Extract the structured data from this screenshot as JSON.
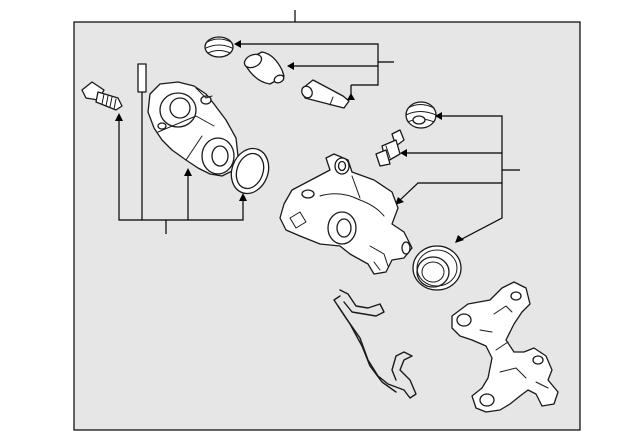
{
  "diagram": {
    "type": "exploded-parts-view",
    "background": "#ffffff",
    "panel_color": "#e6e6e6",
    "line_color": "#000000",
    "parts": [
      "guide-pin-boot",
      "guide-pin-bushing",
      "guide-pin",
      "pin-seal",
      "bleeder-valve",
      "caliper-housing",
      "piston-seal",
      "mounting-bracket",
      "anti-rattle-spring",
      "caliper-bolt",
      "shim-plate",
      "parking-brake-actuator",
      "actuator-gasket"
    ]
  }
}
